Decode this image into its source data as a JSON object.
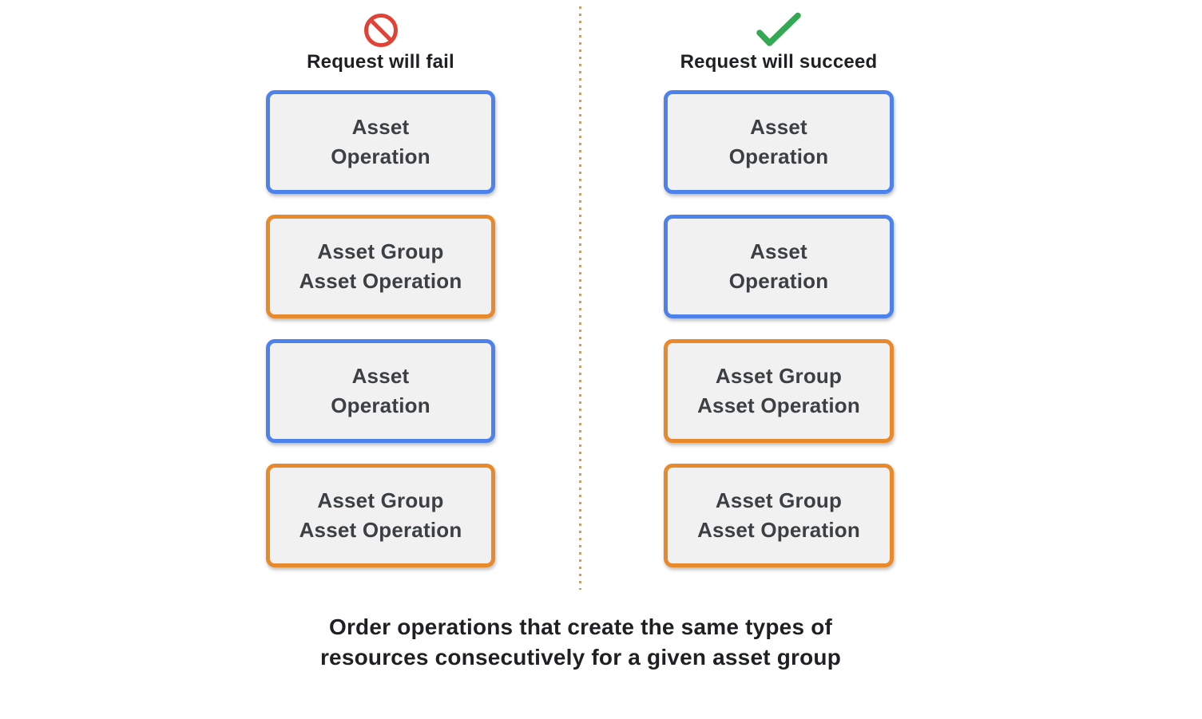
{
  "colors": {
    "blue_border": "#4d82ec",
    "orange_border": "#e8892b",
    "fail_red": "#e04236",
    "success_green": "#34a853",
    "box_background": "#f1f1f2",
    "box_text": "#3c4043",
    "heading_text": "#1f2023",
    "divider_orange": "#e09a3e"
  },
  "fail_column": {
    "icon": "prohibition-icon",
    "header": "Request will fail",
    "boxes": [
      {
        "type": "blue",
        "label": "Asset\nOperation"
      },
      {
        "type": "orange",
        "label": "Asset Group\nAsset Operation"
      },
      {
        "type": "blue",
        "label": "Asset\nOperation"
      },
      {
        "type": "orange",
        "label": "Asset Group\nAsset Operation"
      }
    ]
  },
  "succeed_column": {
    "icon": "checkmark-icon",
    "header": "Request will succeed",
    "boxes": [
      {
        "type": "blue",
        "label": "Asset\nOperation"
      },
      {
        "type": "blue",
        "label": "Asset\nOperation"
      },
      {
        "type": "orange",
        "label": "Asset Group\nAsset Operation"
      },
      {
        "type": "orange",
        "label": "Asset Group\nAsset Operation"
      }
    ]
  },
  "caption": "Order operations that create the same types of\nresources consecutively for a given asset group"
}
